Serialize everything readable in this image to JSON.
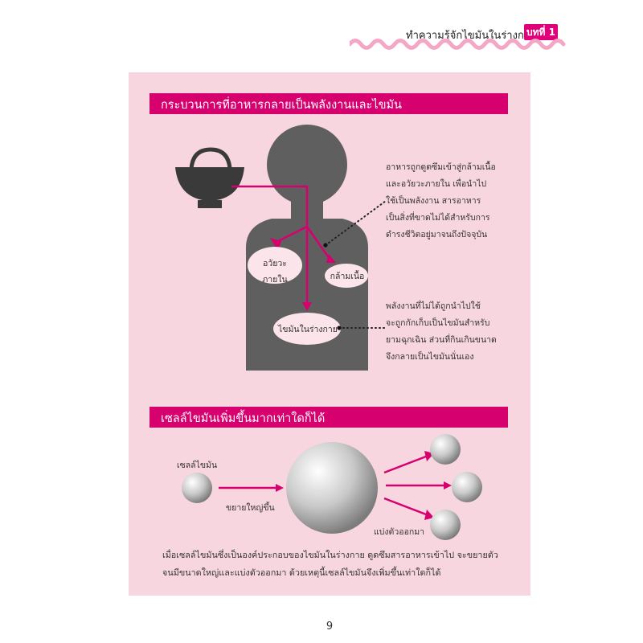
{
  "header": {
    "title": "ทำความรู้จักไขมันในร่างกาย",
    "chapter": "บทที่ 1"
  },
  "section1": {
    "title": "กระบวนการที่อาหารกลายเป็นพลังงานและไขมัน",
    "labels": {
      "organs_line1": "อวัยวะ",
      "organs_line2": "ภายใน",
      "muscle": "กล้ามเนื้อ",
      "body_fat": "ไขมันในร่างกาย"
    },
    "note1": [
      "อาหารถูกดูดซึมเข้าสู่กล้ามเนื้อ",
      "และอวัยวะภายใน เพื่อนำไป",
      "ใช้เป็นพลังงาน สารอาหาร",
      "เป็นสิ่งที่ขาดไม่ได้สำหรับการ",
      "ดำรงชีวิตอยู่มาจนถึงปัจจุบัน"
    ],
    "note2": [
      "พลังงานที่ไม่ได้ถูกนำไปใช้",
      "จะถูกกักเก็บเป็นไขมันสำหรับ",
      "ยามฉุกเฉิน ส่วนที่กินเกินขนาด",
      "จึงกลายเป็นไขมันนั่นเอง"
    ]
  },
  "section2": {
    "title": "เซลล์ไขมันเพิ่มขึ้นมากเท่าใดก็ได้",
    "fat_cell_label": "เซลล์ไขมัน",
    "enlarge_label": "ขยายใหญ่ขึ้น",
    "divide_label": "แบ่งตัวออกมา",
    "body_text": [
      "เมื่อเซลล์ไขมันซึ่งเป็นองค์ประกอบของไขมันในร่างกาย ดูดซึมสารอาหารเข้าไป จะขยายตัว",
      "จนมีขนาดใหญ่และแบ่งตัวออกมา ด้วยเหตุนี้เซลล์ไขมันจึงเพิ่มขึ้นเท่าใดก็ได้"
    ]
  },
  "page_number": "9",
  "colors": {
    "accent": "#d6006f",
    "panel": "#f7d6df",
    "silhouette": "#5f5f5f",
    "bowl": "#3a3a3a"
  }
}
